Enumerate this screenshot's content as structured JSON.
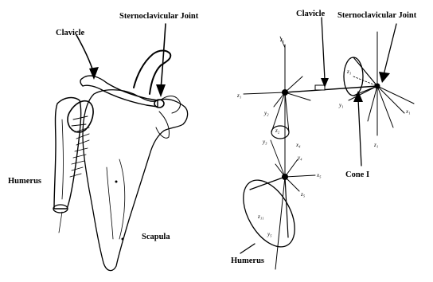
{
  "left_panel": {
    "labels": {
      "clavicle": "Clavicle",
      "joint": "Sternoclavicular Joint",
      "humerus": "Humerus",
      "scapula": "Scapula"
    }
  },
  "right_panel": {
    "labels": {
      "clavicle": "Clavicle",
      "joint": "Sternoclavicular Joint",
      "humerus": "Humerus",
      "cone": "Cone I"
    },
    "axis_labels": {
      "z_top": "z₁",
      "z_left": "z₁",
      "z_cone_left": "z₂",
      "y_left": "y₂",
      "y3": "y₃",
      "y4": "y₄",
      "x4": "x₄",
      "x5": "x₅",
      "z5": "z₅",
      "z11": "z₁₁",
      "y5": "y₅",
      "z_cone_right": "z₁",
      "y1": "y₁",
      "x1": "x₁",
      "z1_bottom": "z₁"
    }
  }
}
